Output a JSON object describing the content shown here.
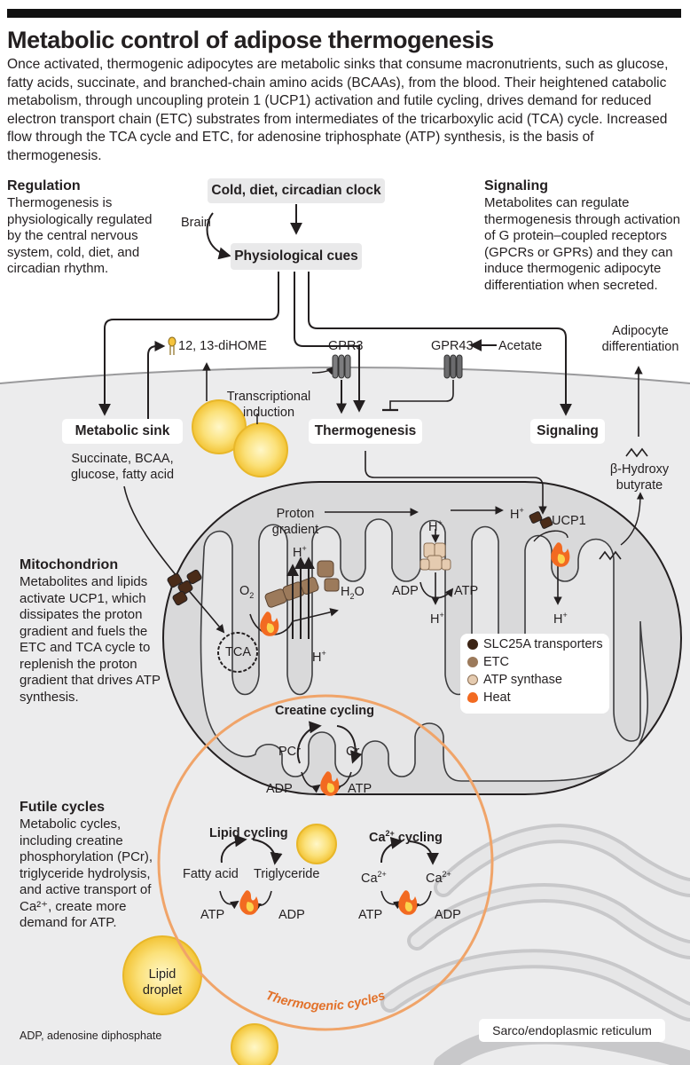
{
  "title": "Metabolic control of adipose thermogenesis",
  "intro": "Once activated, thermogenic adipocytes are metabolic sinks that consume macronutrients, such as glucose, fatty acids, succinate, and branched-chain amino acids (BCAAs), from the blood. Their heightened catabolic metabolism, through uncoupling protein 1 (UCP1) activation and futile cycling, drives demand for reduced electron transport chain (ETC) substrates from intermediates of the tricarboxylic acid (TCA) cycle. Increased flow through the TCA cycle and ETC, for adenosine triphosphate (ATP) synthesis, is the basis of thermogenesis.",
  "regulation": {
    "heading": "Regulation",
    "text": "Thermogenesis is physiologically regulated by the central nervous system, cold, diet, and circadian rhythm."
  },
  "signaling": {
    "heading": "Signaling",
    "text": "Metabolites can regulate thermogenesis through activation of G protein–coupled receptors (GPCRs or GPRs) and they can induce thermogenic adipocyte differentiation when secreted."
  },
  "mitochondrion": {
    "heading": "Mitochondrion",
    "text": "Metabolites and lipids activate UCP1, which dissipates the proton gradient and fuels the ETC and TCA cycle to replenish the proton gradient that drives ATP synthesis."
  },
  "futile": {
    "heading": "Futile cycles",
    "text": "Metabolic cycles, including creatine phosphorylation (PCr), triglyceride hydrolysis, and active transport of Ca²⁺, create more demand for ATP."
  },
  "flow": {
    "cold": "Cold, diet, circadian clock",
    "brain": "Brain",
    "cues": "Physiological cues",
    "sink": "Metabolic sink",
    "sink_sub": "Succinate, BCAA, glucose, fatty acid",
    "thermogenesis": "Thermogenesis",
    "signaling": "Signaling",
    "dihome": "12, 13-diHOME",
    "gpr3": "GPR3",
    "gpr43": "GPR43",
    "acetate": "Acetate",
    "transcriptional": "Transcriptional induction",
    "adipocyte_diff": "Adipocyte differentiation",
    "bhb": "β-Hydroxy butyrate"
  },
  "mito": {
    "proton_gradient": "Proton gradient",
    "h": "H",
    "plus": "+",
    "ucp1": "UCP1",
    "o2": "O",
    "o2_sub": "2",
    "h2o_h": "H",
    "h2o_sub": "2",
    "h2o_o": "O",
    "tca": "TCA",
    "adp": "ADP",
    "atp": "ATP"
  },
  "legend": {
    "items": [
      {
        "label": "SLC25A transporters",
        "color": "#3b2314"
      },
      {
        "label": "ETC",
        "color": "#9c7a5b"
      },
      {
        "label": "ATP synthase",
        "color": "#e5cbb0"
      },
      {
        "label": "Heat",
        "color": "#f26a21"
      }
    ]
  },
  "cycles": {
    "creatine": "Creatine cycling",
    "pcr": "PCr",
    "cr": "Cr",
    "lipid": "Lipid cycling",
    "fatty_acid": "Fatty acid",
    "triglyceride": "Triglyceride",
    "ca_cycling": "Ca",
    "ca_cycling_sup": "2+",
    "ca_cycling_rest": " cycling",
    "ca": "Ca",
    "ca_sup": "2+",
    "atp": "ATP",
    "adp": "ADP",
    "ring_label": "Thermogenic cycles"
  },
  "lipid_droplet": "Lipid droplet",
  "footnote": "ADP, adenosine diphosphate",
  "er_label": "Sarco/endoplasmic reticulum",
  "colors": {
    "cell": "#ececed",
    "mito_fill": "#d9d9da",
    "ring": "#f0a469",
    "ring_text": "#e2712a",
    "droplet": "#f7d34a",
    "heat": "#f26a21"
  }
}
